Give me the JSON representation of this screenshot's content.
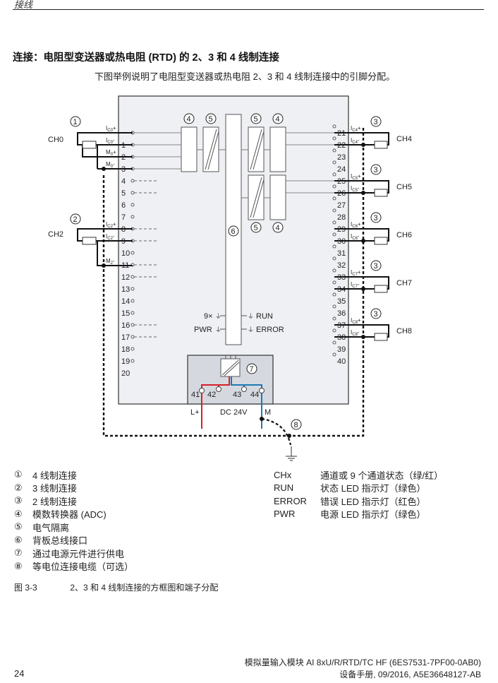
{
  "header": {
    "section": "接线"
  },
  "title": "连接：电阻型变送器或热电阻 (RTD) 的 2、3 和 4 线制连接",
  "intro": "下图举例说明了电阻型变送器或热电阻 2、3 和 4 线制连接中的引脚分配。",
  "diagram": {
    "channels": {
      "ch0": "CH0",
      "ch2": "CH2",
      "ch4": "CH4",
      "ch5": "CH5",
      "ch6": "CH6",
      "ch7": "CH7",
      "ch8": "CH8"
    },
    "callouts": [
      "1",
      "2",
      "3",
      "4",
      "5",
      "6",
      "7",
      "8"
    ],
    "left_terminals": [
      "1",
      "2",
      "3",
      "4",
      "5",
      "6",
      "7",
      "8",
      "9",
      "10",
      "11",
      "12",
      "13",
      "14",
      "15",
      "16",
      "17",
      "18",
      "19",
      "20"
    ],
    "right_terminals": [
      "21",
      "22",
      "23",
      "24",
      "25",
      "26",
      "27",
      "28",
      "29",
      "30",
      "31",
      "32",
      "33",
      "34",
      "35",
      "36",
      "37",
      "38",
      "39",
      "40"
    ],
    "power_terminals": [
      "41",
      "42",
      "43",
      "44"
    ],
    "signal_labels": {
      "ic0p": "I",
      "ic0p_sub": "C0",
      "ic0p_suf": "+",
      "ic0m": "I",
      "ic0m_sub": "C0",
      "ic0m_suf": "-",
      "m0p": "M",
      "m0p_sub": "0",
      "m0p_suf": "+",
      "m0m": "M",
      "m0m_sub": "0",
      "m0m_suf": "-",
      "ic2p_sub": "C2",
      "ic2m_sub": "C2",
      "m2m_sub": "2",
      "ic4_sub": "C4",
      "ic5_sub": "C5",
      "ic6_sub": "C6",
      "ic7_sub": "C7",
      "ic8_sub": "C8"
    },
    "leds": {
      "channels": "9×",
      "pwr": "PWR",
      "run": "RUN",
      "error": "ERROR"
    },
    "power": {
      "lplus": "L+",
      "dc": "DC 24V",
      "m": "M"
    },
    "colors": {
      "module_bg": "#eef0f3",
      "power_bg": "#d5d9df",
      "red_wire": "#d4202c",
      "blue_wire": "#1f78b4"
    }
  },
  "legend_left": [
    {
      "num": "①",
      "text": "4 线制连接"
    },
    {
      "num": "②",
      "text": "3 线制连接"
    },
    {
      "num": "③",
      "text": "2 线制连接"
    },
    {
      "num": "④",
      "text": "模数转换器 (ADC)"
    },
    {
      "num": "⑤",
      "text": "电气隔离"
    },
    {
      "num": "⑥",
      "text": "背板总线接口"
    },
    {
      "num": "⑦",
      "text": "通过电源元件进行供电"
    },
    {
      "num": "⑧",
      "text": "等电位连接电缆（可选）"
    }
  ],
  "legend_right": [
    {
      "key": "CHx",
      "text": "通道或 9 个通道状态（绿/红）"
    },
    {
      "key": "RUN",
      "text": "状态 LED 指示灯（绿色）"
    },
    {
      "key": "ERROR",
      "text": "错误 LED 指示灯（红色）"
    },
    {
      "key": "PWR",
      "text": "电源 LED 指示灯（绿色）"
    }
  ],
  "caption": {
    "number": "图 3-3",
    "text": "2、3 和 4 线制连接的方框图和端子分配"
  },
  "footer": {
    "page": "24",
    "line1": "模拟量输入模块 AI 8xU/R/RTD/TC HF (6ES7531-7PF00-0AB0)",
    "line2": "设备手册, 09/2016, A5E36648127-AB"
  }
}
